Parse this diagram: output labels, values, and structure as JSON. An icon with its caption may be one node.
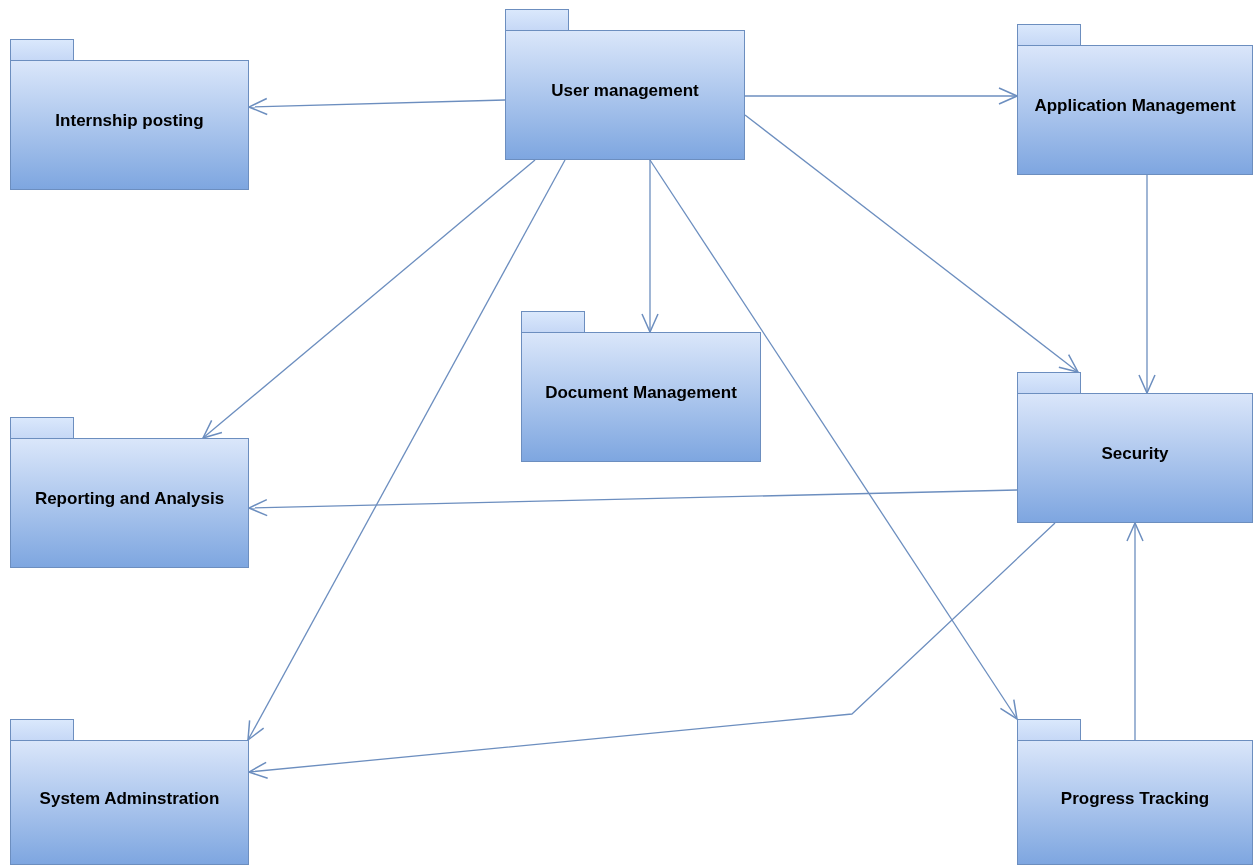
{
  "diagram": {
    "nodes": [
      {
        "text": [
          "User management"
        ]
      },
      {
        "text": [
          "Internship posting"
        ]
      },
      {
        "text": [
          "Application Management"
        ]
      },
      {
        "text": [
          "Document Management"
        ]
      },
      {
        "text": [
          "Security"
        ]
      },
      {
        "text": [
          "Reporting and Analysis"
        ]
      },
      {
        "text": [
          "System Adminstration"
        ]
      },
      {
        "text": [
          "Progress Tracking"
        ]
      }
    ],
    "edges": [
      {
        "from": 0,
        "to": 1,
        "arrow": "to"
      },
      {
        "from": 0,
        "to": 2,
        "arrow": "to"
      },
      {
        "from": 0,
        "to": 3,
        "arrow": "to"
      },
      {
        "from": 0,
        "to": 4,
        "arrow": "to"
      },
      {
        "from": 0,
        "to": 5,
        "arrow": "to"
      },
      {
        "from": 0,
        "to": 6,
        "arrow": "to"
      },
      {
        "from": 0,
        "to": 7,
        "arrow": "to"
      },
      {
        "from": 2,
        "to": 4,
        "arrow": "to"
      },
      {
        "from": 4,
        "to": 5,
        "arrow": "to"
      },
      {
        "from": 4,
        "to": 6,
        "arrow": "to"
      },
      {
        "from": 7,
        "to": 4,
        "arrow": "to"
      }
    ]
  }
}
